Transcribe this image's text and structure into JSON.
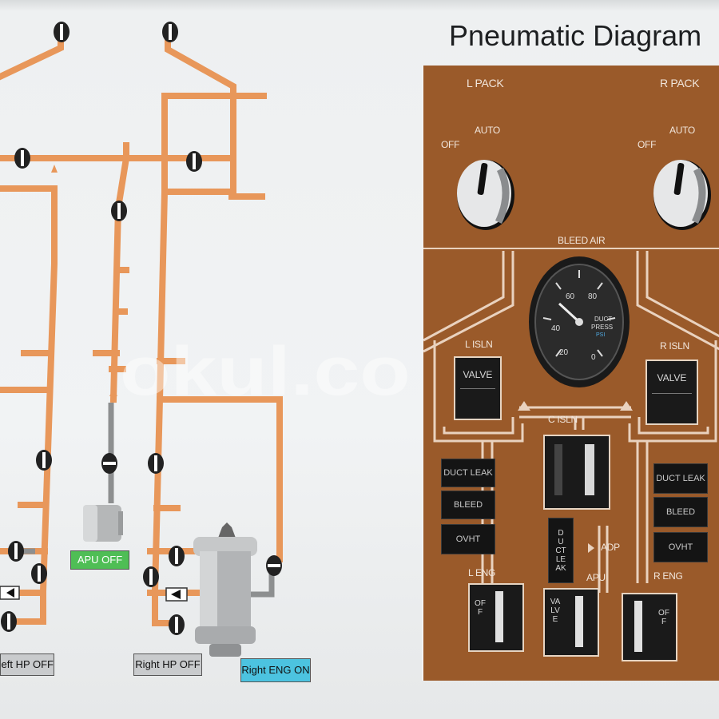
{
  "title": "Pneumatic Diagram",
  "status_labels": {
    "apu": "APU OFF",
    "left_hp": "eft HP OFF",
    "right_hp": "Right HP OFF",
    "right_eng": "Right ENG ON"
  },
  "panel": {
    "l_pack": "L PACK",
    "r_pack": "R PACK",
    "off": "OFF",
    "auto": "AUTO",
    "bleed_air": "BLEED AIR",
    "l_isln": "L ISLN",
    "r_isln": "R ISLN",
    "c_isln": "C ISLN",
    "valve": "VALVE",
    "gauge": {
      "title_1": "DUCT",
      "title_2": "PRESS",
      "unit": "PSI",
      "ticks": [
        "0",
        "20",
        "40",
        "60",
        "80"
      ]
    },
    "left_ann": [
      "DUCT LEAK",
      "BLEED",
      "OVHT"
    ],
    "right_ann": [
      "DUCT LEAK",
      "BLEED",
      "OVHT"
    ],
    "duct_leak_vertical": "DUCT LEAK",
    "adp": "ADP",
    "l_eng": "L ENG",
    "apu": "APU",
    "r_eng": "R ENG",
    "off_switch": "OFF"
  },
  "watermark": "okul.com.tr",
  "colors": {
    "duct": "#e8975a",
    "panel": "#9a5a2a",
    "apu_off": "#4fbe55",
    "eng_on": "#4cc3e0"
  }
}
